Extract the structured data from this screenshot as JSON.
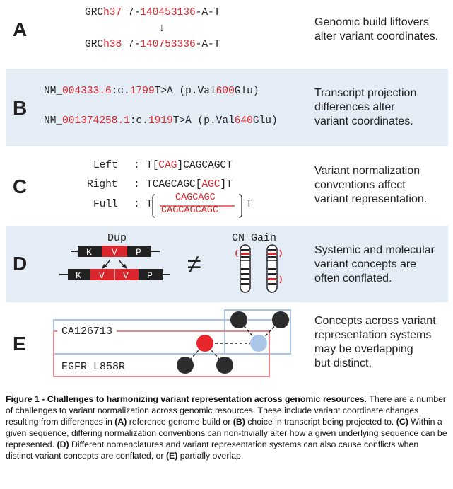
{
  "panel_a": {
    "letter": "A",
    "line1": {
      "p1": "GRC",
      "p2": "h37",
      "p3": " 7-",
      "p4": "140453136",
      "p5": "-A-T"
    },
    "arrow": "↓",
    "line2": {
      "p1": "GRC",
      "p2": "h38",
      "p3": " 7-",
      "p4": "140753336",
      "p5": "-A-T"
    },
    "desc": [
      "Genomic build liftovers",
      "alter variant coordinates."
    ]
  },
  "panel_b": {
    "letter": "B",
    "line1": {
      "p1": "NM_",
      "p2": "004333.6",
      "p3": ":c.",
      "p4": "1799",
      "p5": "T>A (p.Val",
      "p6": "600",
      "p7": "Glu)"
    },
    "line2": {
      "p1": "NM_",
      "p2": "001374258.1",
      "p3": ":c.",
      "p4": "1919",
      "p5": "T>A (p.Val",
      "p6": "640",
      "p7": "Glu)"
    },
    "desc": [
      "Transcript projection",
      "differences alter",
      "variant coordinates."
    ]
  },
  "panel_c": {
    "letter": "C",
    "left": {
      "label": "Left",
      "colon": ":",
      "p1": "T[",
      "p2": "CAG",
      "p3": "]CAGCAGCT"
    },
    "right": {
      "label": "Right",
      "colon": ":",
      "p1": "TCAGCAGC[",
      "p2": "AGC",
      "p3": "]T"
    },
    "full": {
      "label": "Full",
      "colon": ":",
      "p1": "T",
      "numerator": "CAGCAGC",
      "denominator": "CAGCAGCAGC",
      "p3": "T"
    },
    "desc": [
      "Variant normalization",
      "conventions affect",
      "variant representation."
    ]
  },
  "panel_d": {
    "letter": "D",
    "dup_label": "Dup",
    "cn_label": "CN Gain",
    "top_blocks": [
      "K",
      "V",
      "P"
    ],
    "bottom_blocks": [
      "K",
      "V",
      "V",
      "P"
    ],
    "neq": "≠",
    "desc": [
      "Systemic and molecular",
      "variant concepts are",
      "often conflated."
    ]
  },
  "panel_e": {
    "letter": "E",
    "box1": "CA126713",
    "box2": "EGFR L858R",
    "desc": [
      "Concepts across variant",
      "representation systems",
      "may be overlapping",
      "but distinct."
    ]
  },
  "caption": {
    "title": "Figure 1 - Challenges to harmonizing variant representation across genomic resources",
    "title_end": ".",
    "t1": " There are a number of challenges to variant normalization across genomic resources. These include variant coordinate changes resulting from differences in ",
    "a": "(A)",
    "t2": " reference genome build or ",
    "b": "(B)",
    "t3": " choice in transcript being projected to. ",
    "c": "(C)",
    "t4": " Within a given sequence, differing normalization conventions can non-trivially alter how a given underlying sequence can be represented. ",
    "d": "(D)",
    "t5": " Different nomenclatures and variant representation systems can also cause conflicts when distinct variant concepts are conflated, or ",
    "e": "(E)",
    "t6": " partially overlap."
  },
  "colors": {
    "red": "#d9262c",
    "panel_bg": "#e4ecf6",
    "box_blue": "#a9c3e4",
    "box_red": "#e8888c",
    "light_blue_node": "#a9c6e8"
  }
}
